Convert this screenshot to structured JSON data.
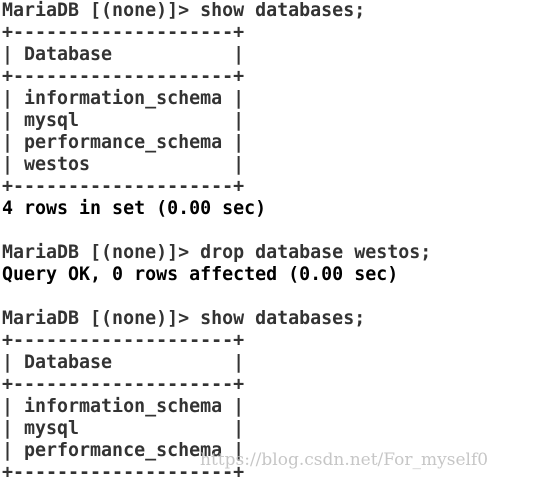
{
  "terminal": {
    "lines": [
      {
        "text": "MariaDB [(none)]> show databases;",
        "kind": "prompt"
      },
      {
        "text": "+--------------------+",
        "kind": "border"
      },
      {
        "text": "| Database           |",
        "kind": "header"
      },
      {
        "text": "+--------------------+",
        "kind": "border"
      },
      {
        "text": "| information_schema |",
        "kind": "row"
      },
      {
        "text": "| mysql              |",
        "kind": "row"
      },
      {
        "text": "| performance_schema |",
        "kind": "row"
      },
      {
        "text": "| westos             |",
        "kind": "row"
      },
      {
        "text": "+--------------------+",
        "kind": "border"
      },
      {
        "text": "4 rows in set (0.00 sec)",
        "kind": "result"
      },
      {
        "text": "",
        "kind": "blank"
      },
      {
        "text": "MariaDB [(none)]> drop database westos;",
        "kind": "prompt"
      },
      {
        "text": "Query OK, 0 rows affected (0.00 sec)",
        "kind": "result"
      },
      {
        "text": "",
        "kind": "blank"
      },
      {
        "text": "MariaDB [(none)]> show databases;",
        "kind": "prompt"
      },
      {
        "text": "+--------------------+",
        "kind": "border"
      },
      {
        "text": "| Database           |",
        "kind": "header"
      },
      {
        "text": "+--------------------+",
        "kind": "border"
      },
      {
        "text": "| information_schema |",
        "kind": "row"
      },
      {
        "text": "| mysql              |",
        "kind": "row"
      },
      {
        "text": "| performance_schema |",
        "kind": "row"
      },
      {
        "text": "+--------------------+",
        "kind": "border"
      }
    ]
  },
  "watermark": {
    "text": "https://blog.csdn.net/For_myself0"
  },
  "colors": {
    "text": "#333333",
    "result": "#000000",
    "background": "#ffffff",
    "watermark": "#bdbdbd"
  }
}
